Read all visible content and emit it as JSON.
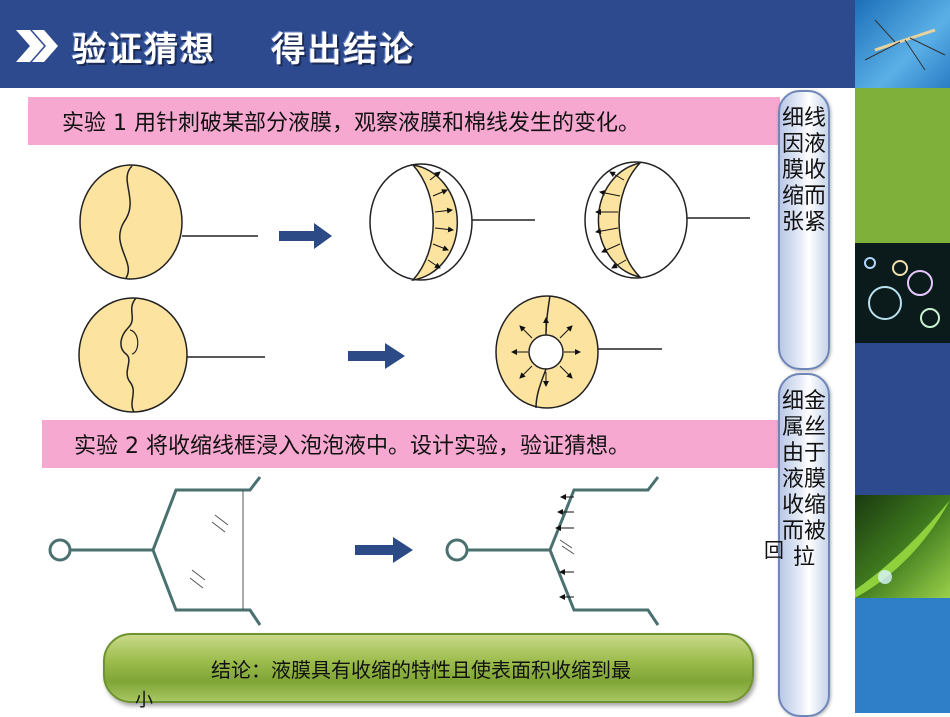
{
  "header": {
    "title": "验证猜想    得出结论"
  },
  "experiment1": {
    "label": "实验 1    用针刺破某部分液膜，观察液膜和棉线发生的变化。"
  },
  "experiment2": {
    "label": "实验 2   将收缩线框浸入泡泡液中。设计实验，验证猜想。"
  },
  "side_panel_1": {
    "text": "细线因液膜收缩而张紧"
  },
  "side_panel_2": {
    "text": "细金属丝由于液膜收缩而被拉"
  },
  "stray_char": "回",
  "conclusion": {
    "text": "结论：液膜具有收缩的特性且使表面积收缩到最",
    "tail": "小"
  },
  "colors": {
    "header_bg": "#2e4a8f",
    "banner_pink": "#f7a8d0",
    "film_yellow": "#fce3a0",
    "arrow_blue": "#2c4a86",
    "frame_green": "#4a7070"
  },
  "icons": [
    "double-chevron-icon",
    "right-arrow-icon",
    "mosquito-photo",
    "bubbles-photo",
    "leaf-droplet-photo"
  ]
}
